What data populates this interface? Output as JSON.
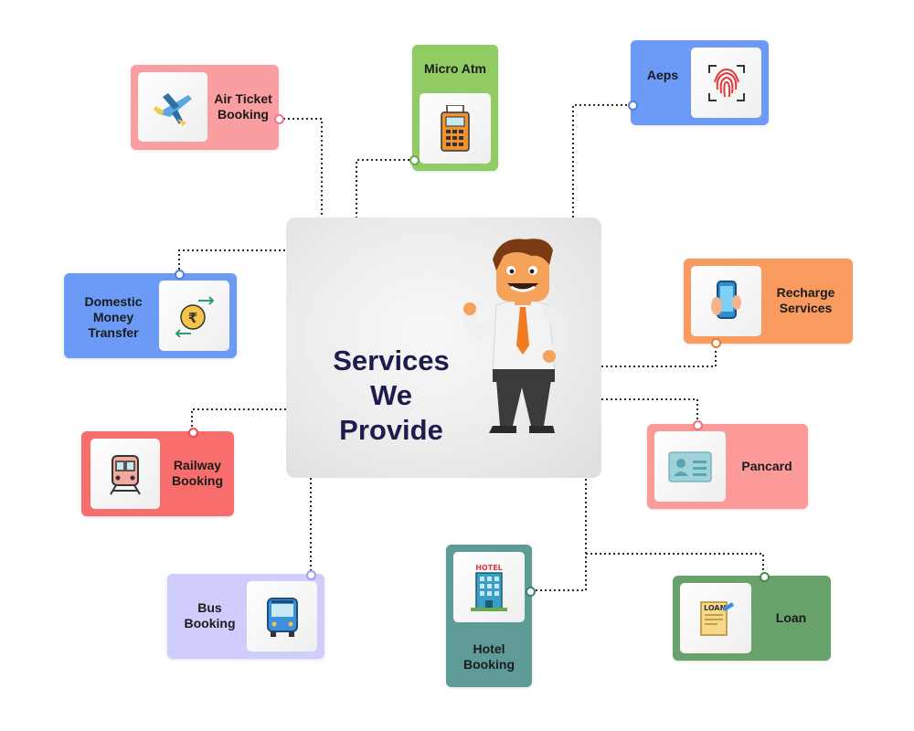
{
  "center": {
    "title_lines": [
      "Services",
      "We",
      "Provide"
    ]
  },
  "services": [
    {
      "id": "air",
      "label_lines": [
        "Air Ticket",
        "Booking"
      ],
      "icon": "airplane-icon",
      "color": "#fb9ea1",
      "dot": "#f06f8c"
    },
    {
      "id": "micro",
      "label_lines": [
        "Micro Atm"
      ],
      "icon": "card-terminal-icon",
      "color": "#90cc63",
      "dot": "#6aa84f"
    },
    {
      "id": "aeps",
      "label_lines": [
        "Aeps"
      ],
      "icon": "fingerprint-icon",
      "color": "#6b9bf7",
      "dot": "#4f7fe0"
    },
    {
      "id": "domestic",
      "label_lines": [
        "Domestic",
        "Money",
        "Transfer"
      ],
      "icon": "rupee-transfer-icon",
      "color": "#6b9bf7",
      "dot": "#4f7fe0"
    },
    {
      "id": "recharge",
      "label_lines": [
        "Recharge",
        "Services"
      ],
      "icon": "smartphone-icon",
      "color": "#f99a5f",
      "dot": "#e27a3a"
    },
    {
      "id": "railway",
      "label_lines": [
        "Railway",
        "Booking"
      ],
      "icon": "train-icon",
      "color": "#f86e6c",
      "dot": "#e24f55"
    },
    {
      "id": "pancard",
      "label_lines": [
        "Pancard"
      ],
      "icon": "id-card-icon",
      "color": "#fc9a9a",
      "dot": "#f06f7c"
    },
    {
      "id": "bus",
      "label_lines": [
        "Bus",
        "Booking"
      ],
      "icon": "bus-icon",
      "color": "#cfcdfb",
      "dot": "#a09df0"
    },
    {
      "id": "hotel",
      "label_lines": [
        "Hotel",
        "Booking"
      ],
      "icon": "hotel-icon",
      "color": "#5f9b96",
      "dot": "#3f7d79"
    },
    {
      "id": "loan",
      "label_lines": [
        "Loan"
      ],
      "icon": "loan-document-icon",
      "color": "#68a169",
      "dot": "#4a8a4c"
    }
  ]
}
